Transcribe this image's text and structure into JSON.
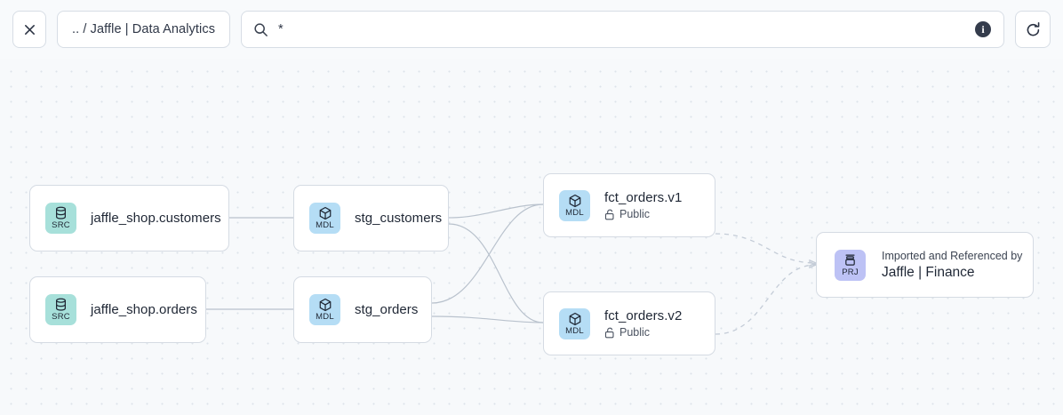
{
  "toolbar": {
    "close_label": "✕",
    "close_icon": "close-icon",
    "breadcrumb": ".. / Jaffle | Data Analytics",
    "search_value": "*",
    "search_placeholder": "Search",
    "search_icon": "search-icon",
    "info_label": "i",
    "info_icon": "info-circle-icon",
    "refresh_icon": "refresh-icon"
  },
  "colors": {
    "canvas_bg": "#f7f9fb",
    "toolbar_bg": "#f8fafc",
    "grid_dot": "#dde3ea",
    "node_border": "#d5dbe3",
    "edge_solid": "#b9c2cd",
    "edge_dashed": "#c4ccd7",
    "badge_src": "#a7e0da",
    "badge_mdl": "#b5ddf5",
    "badge_prj": "#bdc2f5",
    "text_primary": "#1f2735",
    "text_secondary": "#4a5260"
  },
  "graph": {
    "nodes": [
      {
        "id": "src-customers",
        "badge_code": "SRC",
        "badge_type": "src",
        "badge_icon": "database-icon",
        "title": "jaffle_shop.customers",
        "subtitle": null,
        "kicker": null
      },
      {
        "id": "src-orders",
        "badge_code": "SRC",
        "badge_type": "src",
        "badge_icon": "database-icon",
        "title": "jaffle_shop.orders",
        "subtitle": null,
        "kicker": null
      },
      {
        "id": "mdl-stg-customers",
        "badge_code": "MDL",
        "badge_type": "mdl",
        "badge_icon": "cube-icon",
        "title": "stg_customers",
        "subtitle": null,
        "kicker": null
      },
      {
        "id": "mdl-stg-orders",
        "badge_code": "MDL",
        "badge_type": "mdl",
        "badge_icon": "cube-icon",
        "title": "stg_orders",
        "subtitle": null,
        "kicker": null
      },
      {
        "id": "mdl-fct-orders-v1",
        "badge_code": "MDL",
        "badge_type": "mdl",
        "badge_icon": "cube-icon",
        "title": "fct_orders.v1",
        "subtitle": "Public",
        "subtitle_icon": "unlock-icon",
        "kicker": null
      },
      {
        "id": "mdl-fct-orders-v2",
        "badge_code": "MDL",
        "badge_type": "mdl",
        "badge_icon": "cube-icon",
        "title": "fct_orders.v2",
        "subtitle": "Public",
        "subtitle_icon": "unlock-icon",
        "kicker": null
      },
      {
        "id": "prj-jaffle-finance",
        "badge_code": "PRJ",
        "badge_type": "prj",
        "badge_icon": "project-box-icon",
        "kicker": "Imported and Referenced by",
        "title": "Jaffle | Finance",
        "subtitle": null
      }
    ],
    "edges": [
      {
        "from": "src-customers",
        "to": "mdl-stg-customers",
        "style": "solid"
      },
      {
        "from": "src-orders",
        "to": "mdl-stg-orders",
        "style": "solid"
      },
      {
        "from": "mdl-stg-customers",
        "to": "mdl-fct-orders-v1",
        "style": "solid"
      },
      {
        "from": "mdl-stg-customers",
        "to": "mdl-fct-orders-v2",
        "style": "solid"
      },
      {
        "from": "mdl-stg-orders",
        "to": "mdl-fct-orders-v1",
        "style": "solid"
      },
      {
        "from": "mdl-stg-orders",
        "to": "mdl-fct-orders-v2",
        "style": "solid"
      },
      {
        "from": "mdl-fct-orders-v1",
        "to": "prj-jaffle-finance",
        "style": "dashed"
      },
      {
        "from": "mdl-fct-orders-v2",
        "to": "prj-jaffle-finance",
        "style": "dashed"
      }
    ]
  }
}
